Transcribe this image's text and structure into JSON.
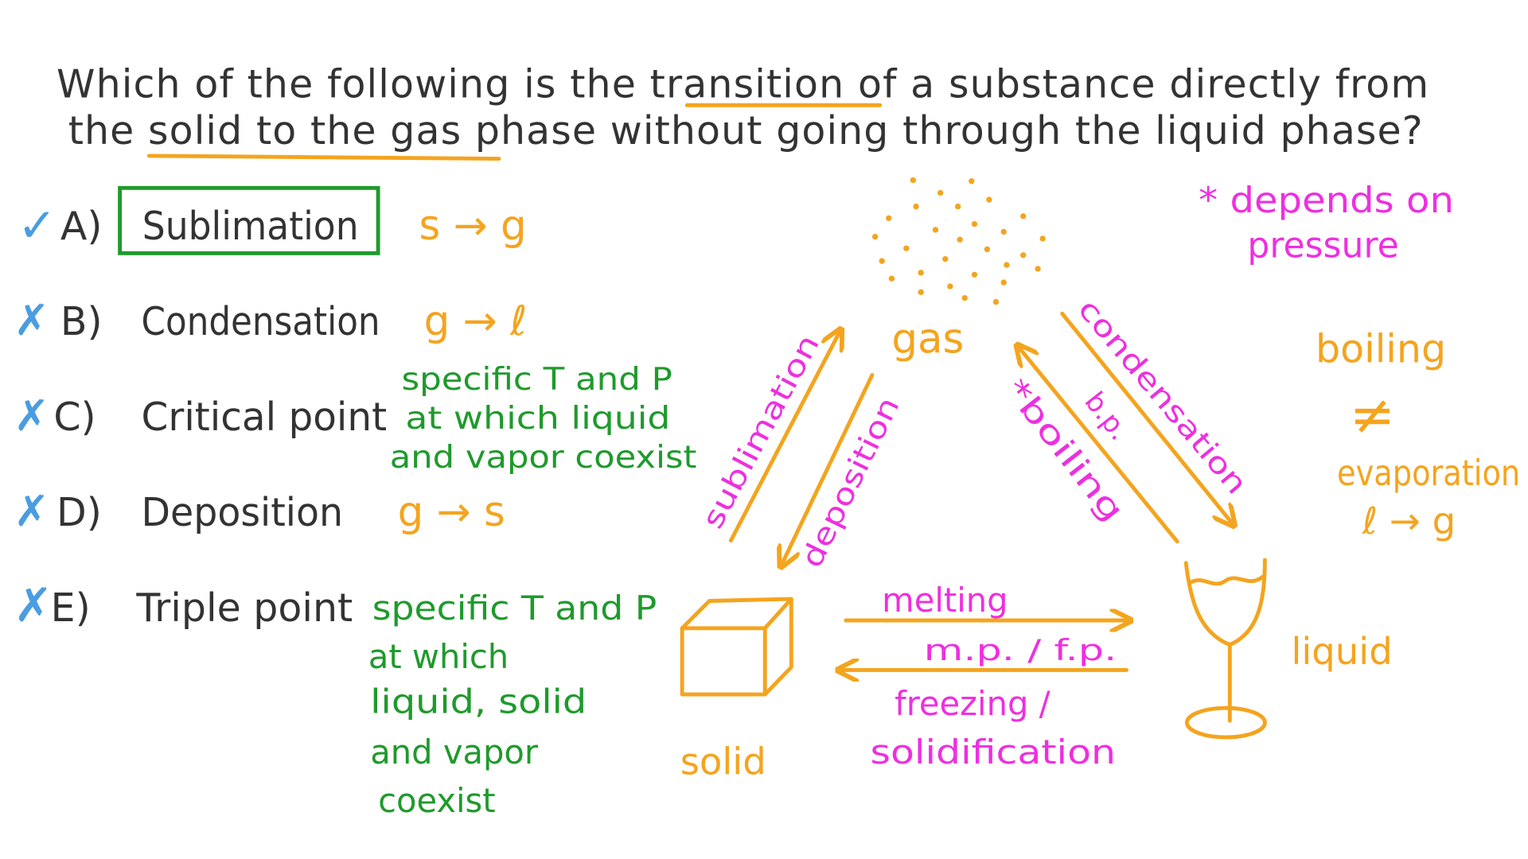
{
  "question": {
    "line1": "Which of the following is the transition of a substance directly from",
    "line2": "the solid to the gas phase without going through the liquid phase?"
  },
  "options": [
    {
      "mark": "✓",
      "mark_type": "correct",
      "letter": "A)",
      "label": "Sublimation",
      "formula": "s → g"
    },
    {
      "mark": "✗",
      "mark_type": "incorrect",
      "letter": "B)",
      "label": "Condensation",
      "formula": "g → ℓ"
    },
    {
      "mark": "✗",
      "mark_type": "incorrect",
      "letter": "C)",
      "label": "Critical point",
      "note": [
        "specific T and P",
        "at which liquid",
        "and vapor coexist"
      ]
    },
    {
      "mark": "✗",
      "mark_type": "incorrect",
      "letter": "D)",
      "label": "Deposition",
      "formula": "g → s"
    },
    {
      "mark": "✗",
      "mark_type": "incorrect",
      "letter": "E)",
      "label": "Triple point",
      "note": [
        "specific T and P",
        "at which",
        "liquid, solid",
        "and vapor",
        "coexist"
      ]
    }
  ],
  "diagram": {
    "gas": "gas",
    "solid": "solid",
    "liquid": "liquid",
    "sublimation": "sublimation",
    "deposition": "deposition",
    "condensation": "condensation",
    "boiling": "*boiling",
    "bp": "b.p.",
    "melting": "melting",
    "mp_fp": "m.p. / f.p.",
    "freezing": "freezing /",
    "solidification": "solidification"
  },
  "side_notes": {
    "depends_line1": "* depends on",
    "depends_line2": "pressure",
    "boiling": "boiling",
    "not_equal": "≠",
    "evaporation": "evaporation",
    "evap_formula": "ℓ → g"
  },
  "colors": {
    "text": "#333333",
    "orange": "#f4a41e",
    "magenta": "#ee2fe0",
    "green": "#1f9a2c",
    "blue": "#4a9de0",
    "box": "#1f9a2c"
  }
}
